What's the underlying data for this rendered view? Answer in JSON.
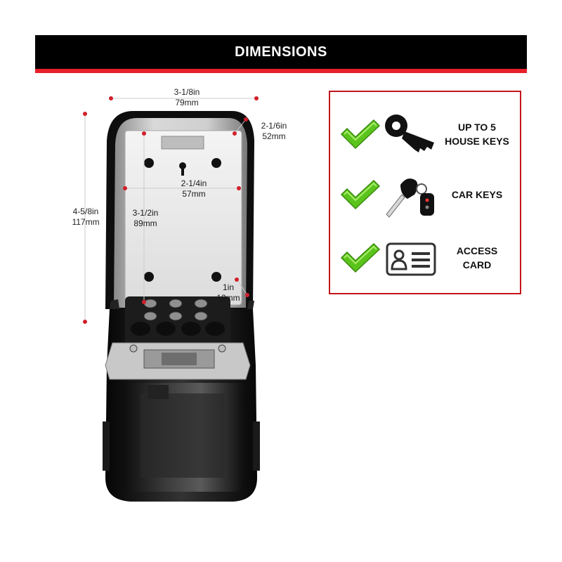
{
  "header": {
    "title": "DIMENSIONS"
  },
  "dimensions": {
    "width_top": {
      "imperial": "3-1/8in",
      "metric": "79mm"
    },
    "depth": {
      "imperial": "2-1/6in",
      "metric": "52mm"
    },
    "height": {
      "imperial": "4-5/8in",
      "metric": "117mm"
    },
    "inner_width": {
      "imperial": "2-1/4in",
      "metric": "57mm"
    },
    "inner_height": {
      "imperial": "3-1/2in",
      "metric": "89mm"
    },
    "inner_depth": {
      "imperial": "1in",
      "metric": "12mm"
    }
  },
  "features": [
    {
      "line1": "UP TO 5",
      "line2": "HOUSE KEYS",
      "icon": "house-key-icon"
    },
    {
      "line1": "CAR KEYS",
      "line2": "",
      "icon": "car-key-icon"
    },
    {
      "line1": "ACCESS",
      "line2": "CARD",
      "icon": "access-card-icon"
    }
  ],
  "colors": {
    "accent_red": "#e8202a",
    "header_bg": "#000000",
    "check_green": "#5bc41c",
    "box_border": "#c4161c"
  }
}
